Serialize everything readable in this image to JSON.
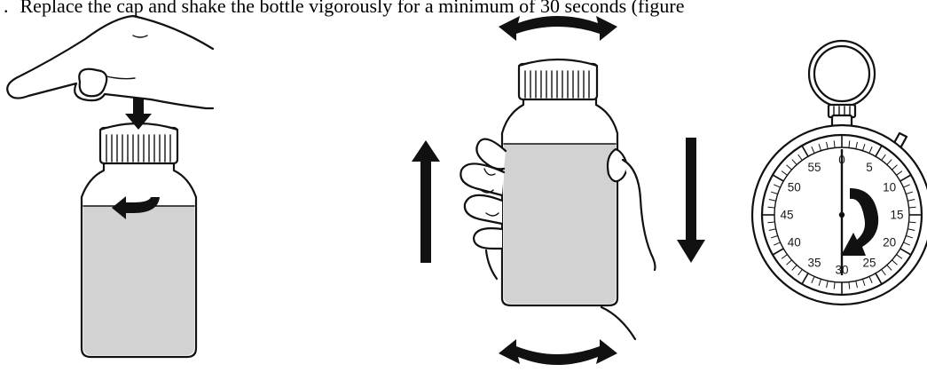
{
  "instruction": {
    "step_number": ".",
    "text": "Replace the cap and shake the bottle vigorously for a minimum of 30 seconds (figure"
  },
  "stopwatch": {
    "dial_numbers": [
      "0",
      "5",
      "10",
      "15",
      "20",
      "25",
      "30",
      "35",
      "40",
      "45",
      "50",
      "55"
    ],
    "arrow_sweep_seconds": 30
  },
  "colors": {
    "ink": "#111111",
    "liquid": "#d2d2d2",
    "background": "#ffffff"
  },
  "icons": {
    "panel_1": [
      "hand-icon",
      "press-down-arrow-icon",
      "turn-arrow-icon",
      "bottle-icon"
    ],
    "panel_2": [
      "hand-icon",
      "bottle-icon",
      "up-arrow-icon",
      "down-arrow-icon",
      "rotate-arrow-icon"
    ],
    "panel_3": [
      "stopwatch-icon",
      "clockwise-arrow-icon"
    ]
  }
}
